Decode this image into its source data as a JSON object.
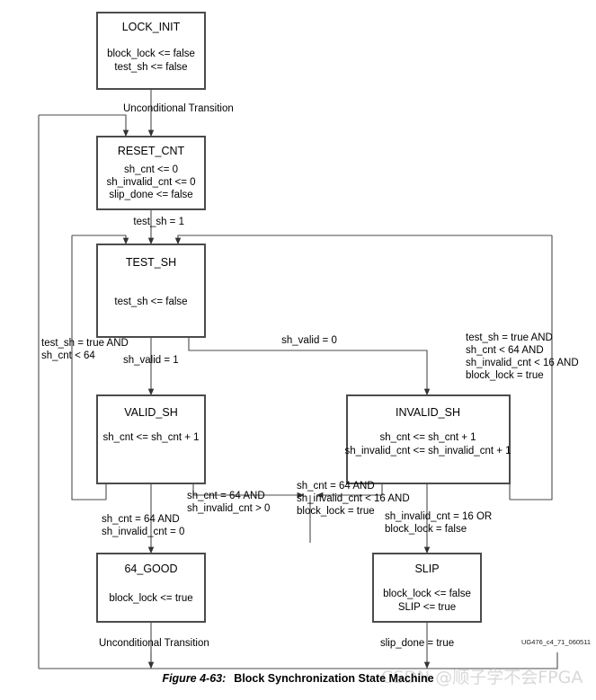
{
  "figure": {
    "number": "Figure 4-63:",
    "title": "Block Synchronization State Machine",
    "doc_id": "UG476_c4_71_060511",
    "watermark": "CSDN @顺子学不会FPGA"
  },
  "states": [
    {
      "id": "lock-init",
      "name": "LOCK_INIT",
      "actions": [
        "block_lock <= false",
        "test_sh <= false"
      ]
    },
    {
      "id": "reset-cnt",
      "name": "RESET_CNT",
      "actions": [
        "sh_cnt <= 0",
        "sh_invalid_cnt <= 0",
        "slip_done <= false"
      ]
    },
    {
      "id": "test-sh",
      "name": "TEST_SH",
      "actions": [
        "test_sh <= false"
      ]
    },
    {
      "id": "valid-sh",
      "name": "VALID_SH",
      "actions": [
        "sh_cnt <= sh_cnt + 1"
      ]
    },
    {
      "id": "invalid-sh",
      "name": "INVALID_SH",
      "actions": [
        "sh_cnt <= sh_cnt + 1",
        "sh_invalid_cnt <= sh_invalid_cnt + 1"
      ]
    },
    {
      "id": "64-good",
      "name": "64_GOOD",
      "actions": [
        "block_lock <= true"
      ]
    },
    {
      "id": "slip",
      "name": "SLIP",
      "actions": [
        "block_lock <= false",
        "SLIP <= true"
      ]
    }
  ],
  "transitions": {
    "lock_init_to_reset_cnt": "Unconditional Transition",
    "reset_cnt_to_test_sh": "test_sh = 1",
    "test_sh_to_valid_sh": "sh_valid = 1",
    "test_sh_to_invalid_sh": "sh_valid = 0",
    "valid_sh_loop_left": [
      "test_sh = true AND",
      "sh_cnt < 64"
    ],
    "invalid_sh_loop_right": [
      "test_sh = true AND",
      "sh_cnt < 64 AND",
      "sh_invalid_cnt < 16 AND",
      "block_lock = true"
    ],
    "valid_sh_to_slip": [
      "sh_cnt = 64 AND",
      "sh_invalid_cnt > 0"
    ],
    "invalid_sh_to_64_good": [
      "sh_cnt = 64 AND",
      "sh_invalid_cnt < 16 AND",
      "block_lock = true"
    ],
    "valid_sh_to_64_good": [
      "sh_cnt = 64 AND",
      "sh_invalid_cnt = 0"
    ],
    "invalid_sh_to_slip": [
      "sh_invalid_cnt = 16 OR",
      "block_lock = false"
    ],
    "good_to_reset": "Unconditional Transition",
    "slip_to_reset": "slip_done = true"
  }
}
